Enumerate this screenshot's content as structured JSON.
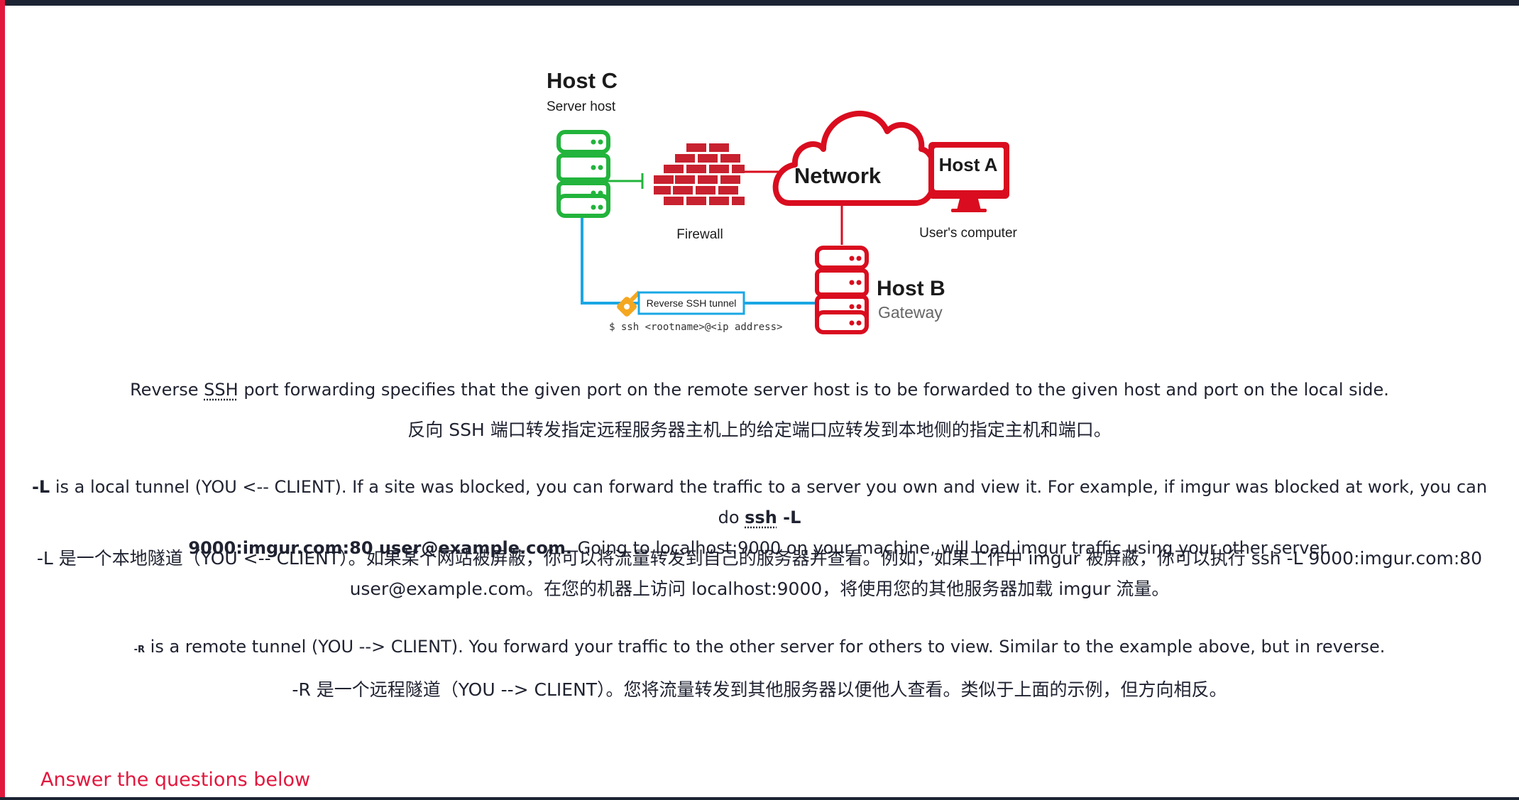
{
  "diagram": {
    "host_c_title": "Host C",
    "host_c_subtitle": "Server host",
    "firewall_label": "Firewall",
    "network_label": "Network",
    "host_a_title": "Host A",
    "host_a_subtitle": "User's computer",
    "host_b_title": "Host B",
    "host_b_subtitle": "Gateway",
    "tunnel_label": "Reverse SSH tunnel",
    "command": "$ ssh <rootname>@<ip address>",
    "colors": {
      "red": "#d90d1f",
      "green": "#22b43c",
      "blue": "#1aa7e4",
      "orange": "#f4a720"
    },
    "icons": [
      "server-stack-icon",
      "firewall-brick-icon",
      "cloud-icon",
      "monitor-icon",
      "key-icon"
    ]
  },
  "para1": {
    "before_abbr": "Reverse ",
    "abbr": "SSH",
    "after_abbr": " port forwarding specifies that the given port on the remote server host is to be forwarded to the given host and port on the local side."
  },
  "para1_cn": "反向 SSH 端口转发指定远程服务器主机上的给定端口应转发到本地侧的指定主机和端口。",
  "para2": {
    "flag": "-L",
    "text1": " is a local tunnel (YOU <-- CLIENT). If a site was blocked, you can forward the traffic to a server you own and view it. For example, if imgur was blocked at work, you can do ",
    "cmd_abbr": "ssh",
    "cmd_rest_line1": " -L",
    "cmd_rest_line2": "9000:imgur.com:80 user@example.com.",
    "text2": " Going to localhost:9000 on your machine, will load imgur traffic using your other server."
  },
  "para2_cn_line1": "-L 是一个本地隧道（YOU <-- CLIENT）。如果某个网站被屏蔽，你可以将流量转发到自己的服务器并查看。例如，如果工作中 imgur 被屏蔽，你可以执行 ssh -L 9000:imgur.com:80",
  "para2_cn_line2": "user@example.com。在您的机器上访问 localhost:9000，将使用您的其他服务器加载 imgur 流量。",
  "para3": {
    "flag": "-R",
    "text": " is a remote tunnel (YOU --> CLIENT). You forward your traffic to the other server for others to view. Similar to the example above, but in reverse."
  },
  "para3_cn": "-R 是一个远程隧道（YOU --> CLIENT）。您将流量转发到其他服务器以便他人查看。类似于上面的示例，但方向相反。",
  "answer_heading": "Answer the questions below"
}
